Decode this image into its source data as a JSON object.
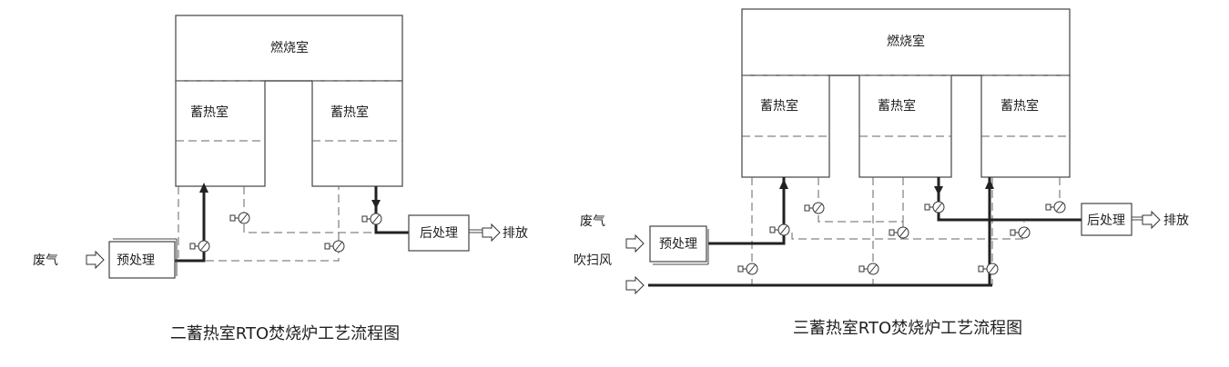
{
  "left": {
    "combustion": "燃烧室",
    "regen_a": "蓄热室",
    "regen_b": "蓄热室",
    "pretreat": "预处理",
    "posttreat": "后处理",
    "waste_gas": "废气",
    "discharge": "排放",
    "caption": "二蓄热室RTO焚烧炉工艺流程图"
  },
  "right": {
    "combustion": "燃烧室",
    "regen_a": "蓄热室",
    "regen_b": "蓄热室",
    "regen_c": "蓄热室",
    "pretreat": "预处理",
    "posttreat": "后处理",
    "waste_gas": "废气",
    "purge_air": "吹扫风",
    "discharge": "排放",
    "caption": "三蓄热室RTO焚烧炉工艺流程图"
  }
}
